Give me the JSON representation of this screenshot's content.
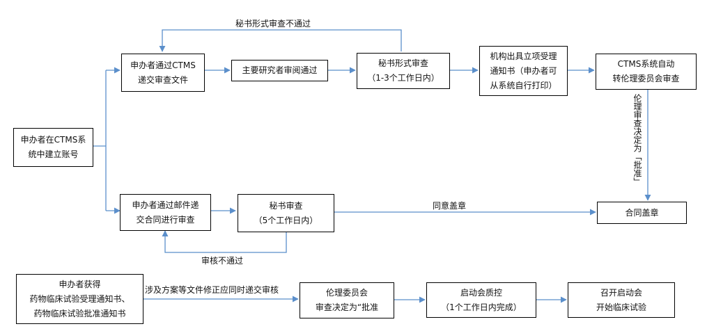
{
  "colors": {
    "arrow": "#5b8fcb",
    "border": "#000000",
    "text": "#111111"
  },
  "nodes": {
    "create_account": {
      "line1": "申办者在CTMS系",
      "line2": "统中建立账号"
    },
    "submit_ctms": {
      "line1": "申办者通过CTMS",
      "line2": "递交审查文件"
    },
    "pi_review": {
      "line1": "主要研究者审阅通过"
    },
    "secretary_formal": {
      "line1": "秘书形式审查",
      "line2": "（1-3个工作日内）"
    },
    "institution_notice": {
      "line1": "机构出具立项受理",
      "line2": "通知书（申办者可",
      "line3": "从系统自行打印）"
    },
    "ctms_transfer": {
      "line1": "CTMS系统自动",
      "line2": "转伦理委员会审查"
    },
    "mail_contract": {
      "line1": "申办者通过邮件递",
      "line2": "交合同进行审查"
    },
    "secretary_review": {
      "line1": "秘书审查",
      "line2": "（5个工作日内）"
    },
    "contract_seal": {
      "line1": "合同盖章"
    },
    "obtain_notice": {
      "line1": "申办者获得",
      "line2": "药物临床试验受理通知书、",
      "line3": "药物临床试验批准通知书"
    },
    "ethics_decision": {
      "line1": "伦理委员会",
      "line2": "审查决定为“批准"
    },
    "kickoff_qc": {
      "line1": "启动会质控",
      "line2": "（1个工作日内完成）"
    },
    "kickoff_start": {
      "line1": "召开启动会",
      "line2": "开始临床试验"
    }
  },
  "edge_labels": {
    "formal_rejected": "秘书形式审查不通过",
    "ethics_approved": "伦理审查决定为「批准」",
    "agree_seal": "同意盖章",
    "review_rejected": "审核不通过",
    "amendment_submit": "涉及方案等文件修正应同时递交审核"
  }
}
